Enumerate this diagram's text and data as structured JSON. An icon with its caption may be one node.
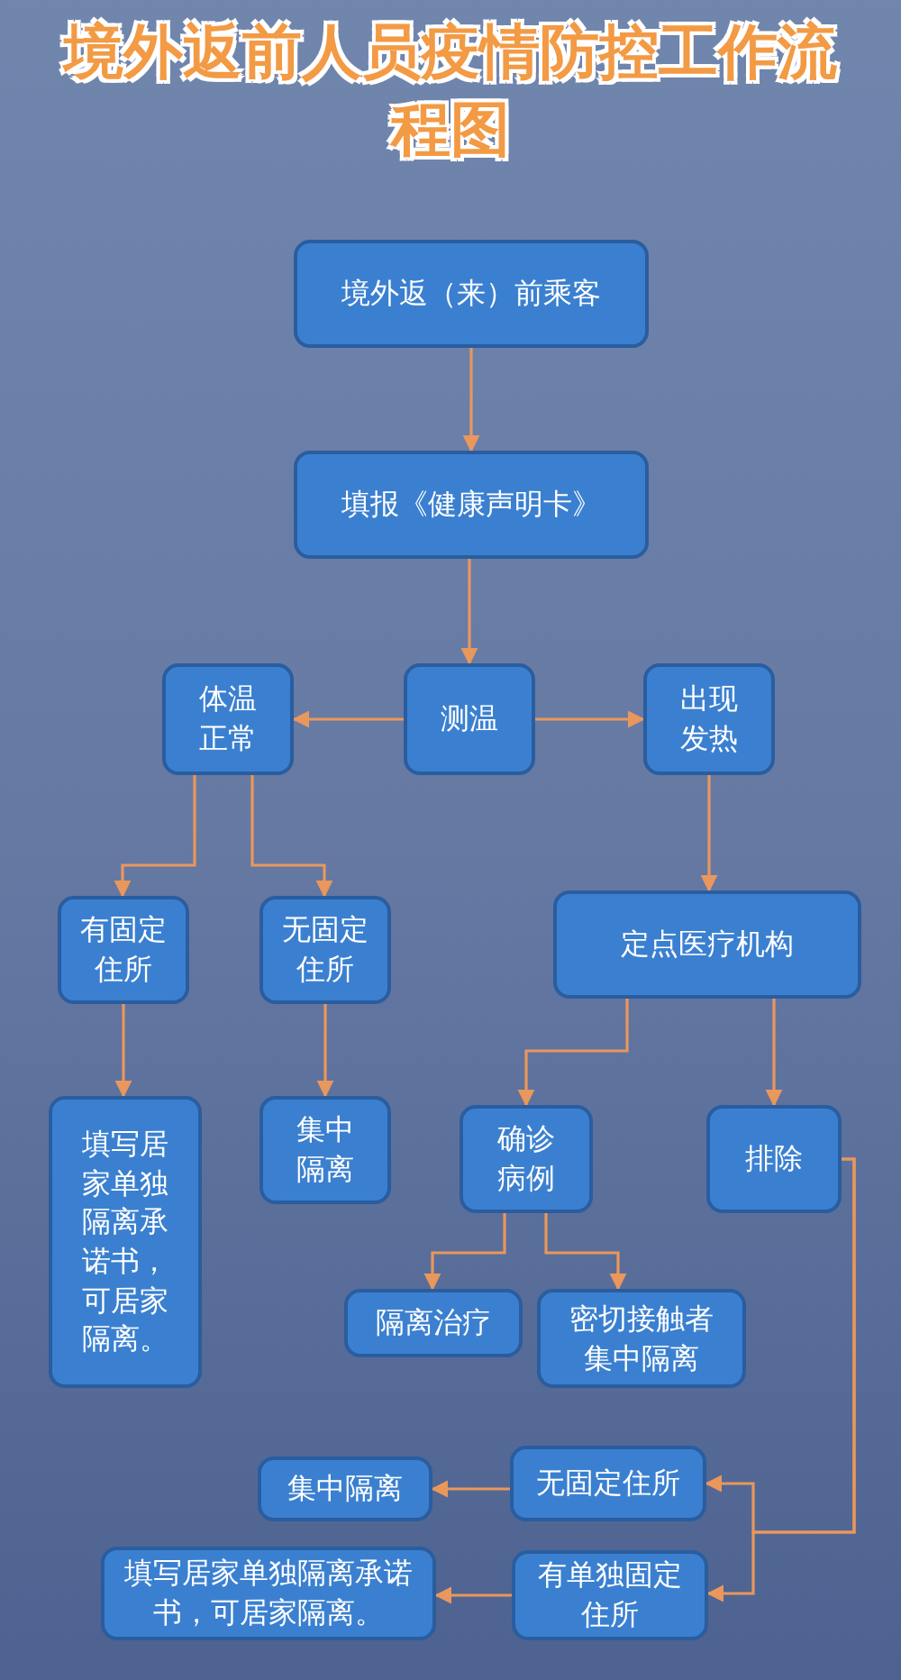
{
  "diagram": {
    "title": "境外返前人员疫情防控工作流程图",
    "nodes": [
      {
        "text": [
          "境外返（来）前乘客"
        ]
      },
      {
        "text": [
          "填报《健康声明卡》"
        ]
      },
      {
        "text": [
          "体温正常"
        ]
      },
      {
        "text": [
          "测温"
        ]
      },
      {
        "text": [
          "出现发热"
        ]
      },
      {
        "text": [
          "有固定住所"
        ]
      },
      {
        "text": [
          "无固定住所"
        ]
      },
      {
        "text": [
          "定点医疗机构"
        ]
      },
      {
        "text": [
          "填写居家单独隔离承诺书，可居家隔离。"
        ]
      },
      {
        "text": [
          "集中隔离"
        ]
      },
      {
        "text": [
          "确诊病例"
        ]
      },
      {
        "text": [
          "排除"
        ]
      },
      {
        "text": [
          "隔离治疗"
        ]
      },
      {
        "text": [
          "密切接触者集中隔离"
        ]
      },
      {
        "text": [
          "无固定住所"
        ]
      },
      {
        "text": [
          "集中隔离"
        ]
      },
      {
        "text": [
          "有单独固定住所"
        ]
      },
      {
        "text": [
          "填写居家单独隔离承诺书，可居家隔离。"
        ]
      }
    ],
    "edges": [
      {
        "from": 0,
        "to": 1,
        "arrow": "to"
      },
      {
        "from": 1,
        "to": 3,
        "arrow": "to"
      },
      {
        "from": 3,
        "to": 2,
        "arrow": "to"
      },
      {
        "from": 3,
        "to": 4,
        "arrow": "to"
      },
      {
        "from": 2,
        "to": 5,
        "arrow": "to"
      },
      {
        "from": 2,
        "to": 6,
        "arrow": "to"
      },
      {
        "from": 4,
        "to": 7,
        "arrow": "to"
      },
      {
        "from": 7,
        "to": 10,
        "arrow": "to"
      },
      {
        "from": 7,
        "to": 11,
        "arrow": "to"
      },
      {
        "from": 5,
        "to": 8,
        "arrow": "to"
      },
      {
        "from": 6,
        "to": 9,
        "arrow": "to"
      },
      {
        "from": 10,
        "to": 12,
        "arrow": "to"
      },
      {
        "from": 10,
        "to": 13,
        "arrow": "to"
      },
      {
        "from": 11,
        "to": 14,
        "arrow": "to"
      },
      {
        "from": 11,
        "to": 16,
        "arrow": "to"
      },
      {
        "from": 14,
        "to": 15,
        "arrow": "to"
      },
      {
        "from": 16,
        "to": 17,
        "arrow": "to"
      }
    ]
  }
}
